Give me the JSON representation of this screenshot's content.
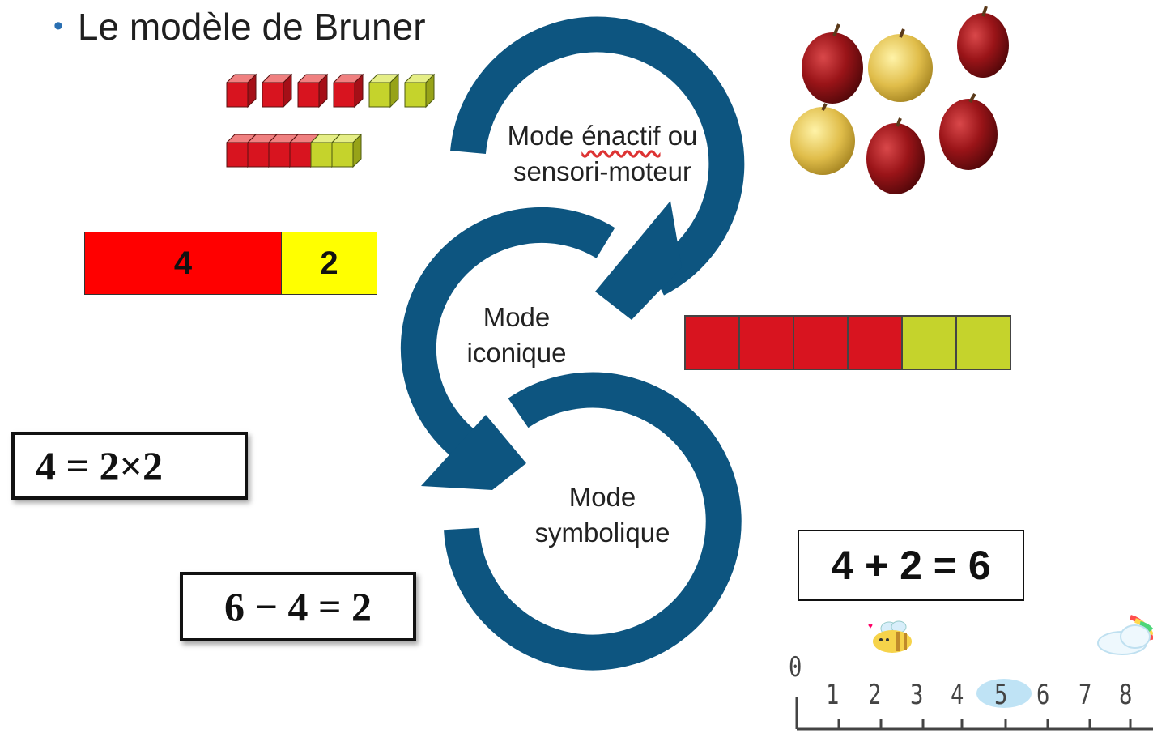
{
  "title": {
    "bullet": "•",
    "text": "Le modèle de Bruner"
  },
  "modes": {
    "enactif": {
      "line1_word1": "Mode ",
      "line1_word2": "énactif",
      "line1_word3": " ou",
      "line2": "sensori-moteur"
    },
    "iconique": {
      "line1": "Mode",
      "line2": "iconique"
    },
    "symbolique": {
      "line1": "Mode",
      "line2": "symbolique"
    }
  },
  "bar_model": {
    "left_value": "4",
    "right_value": "2"
  },
  "equations": {
    "multiplication": "4 = 2×2",
    "subtraction": "6 − 4 = 2",
    "addition": "4 + 2 = 6"
  },
  "number_line": {
    "labels": [
      "0",
      "1",
      "2",
      "3",
      "4",
      "5",
      "6",
      "7",
      "8"
    ]
  },
  "colors": {
    "arrow": "#0d5580",
    "red": "#ff0000",
    "yellow": "#ffff00",
    "cube_red": "#d8141f",
    "cube_green": "#c5d32c",
    "highlight": "#bfe3f5"
  },
  "icons": [
    "red-apple-icon",
    "yellow-apple-icon",
    "bee-icon",
    "rainbow-cloud-icon",
    "counting-cubes-icon"
  ]
}
